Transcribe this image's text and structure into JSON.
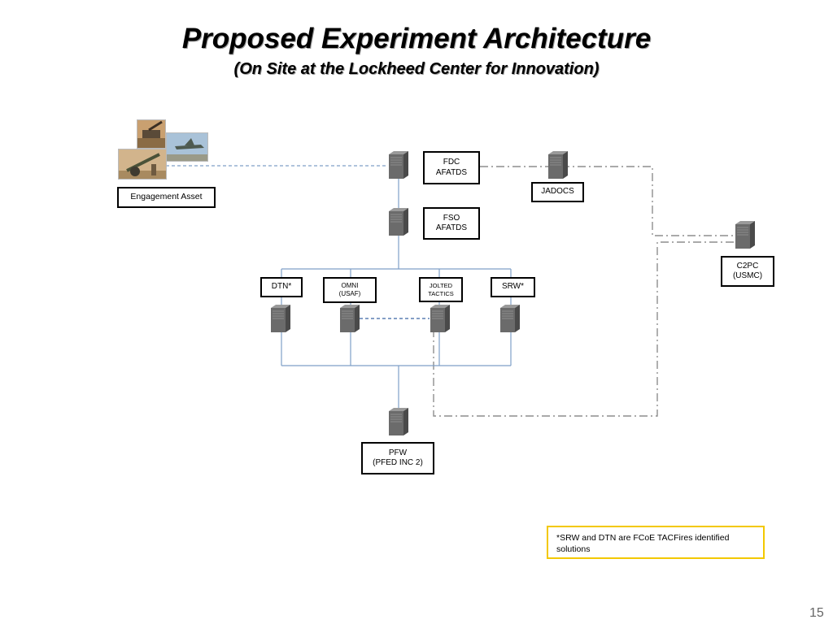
{
  "slide": {
    "title": "Proposed Experiment Architecture",
    "subtitle": "(On Site at the Lockheed Center for Innovation)",
    "page_number": "15",
    "note": "*SRW and DTN are FCoE TACFires identified solutions"
  },
  "nodes": {
    "engagement_asset": "Engagement Asset",
    "fdc": {
      "line1": "FDC",
      "line2": "AFATDS"
    },
    "jadocs": "JADOCS",
    "fso": {
      "line1": "FSO",
      "line2": "AFATDS"
    },
    "c2pc": {
      "line1": "C2PC",
      "line2": "(USMC)"
    },
    "dtn": "DTN*",
    "omni": {
      "line1": "OMNI",
      "line2": "(USAF)"
    },
    "jolted": {
      "line1": "JOLTED",
      "line2": "TACTICS"
    },
    "srw": "SRW*",
    "pfw": {
      "line1": "PFW",
      "line2": "(PFED INC 2)"
    }
  },
  "colors": {
    "solid_line": "#7f9fc7",
    "blue_dashed": "#5b7fb3",
    "gray_dashdot": "#8e8e8e",
    "note_border": "#f3c800",
    "server_body": "#6b6b6b"
  },
  "icons": [
    "server-icon",
    "engagement-asset-photo"
  ]
}
